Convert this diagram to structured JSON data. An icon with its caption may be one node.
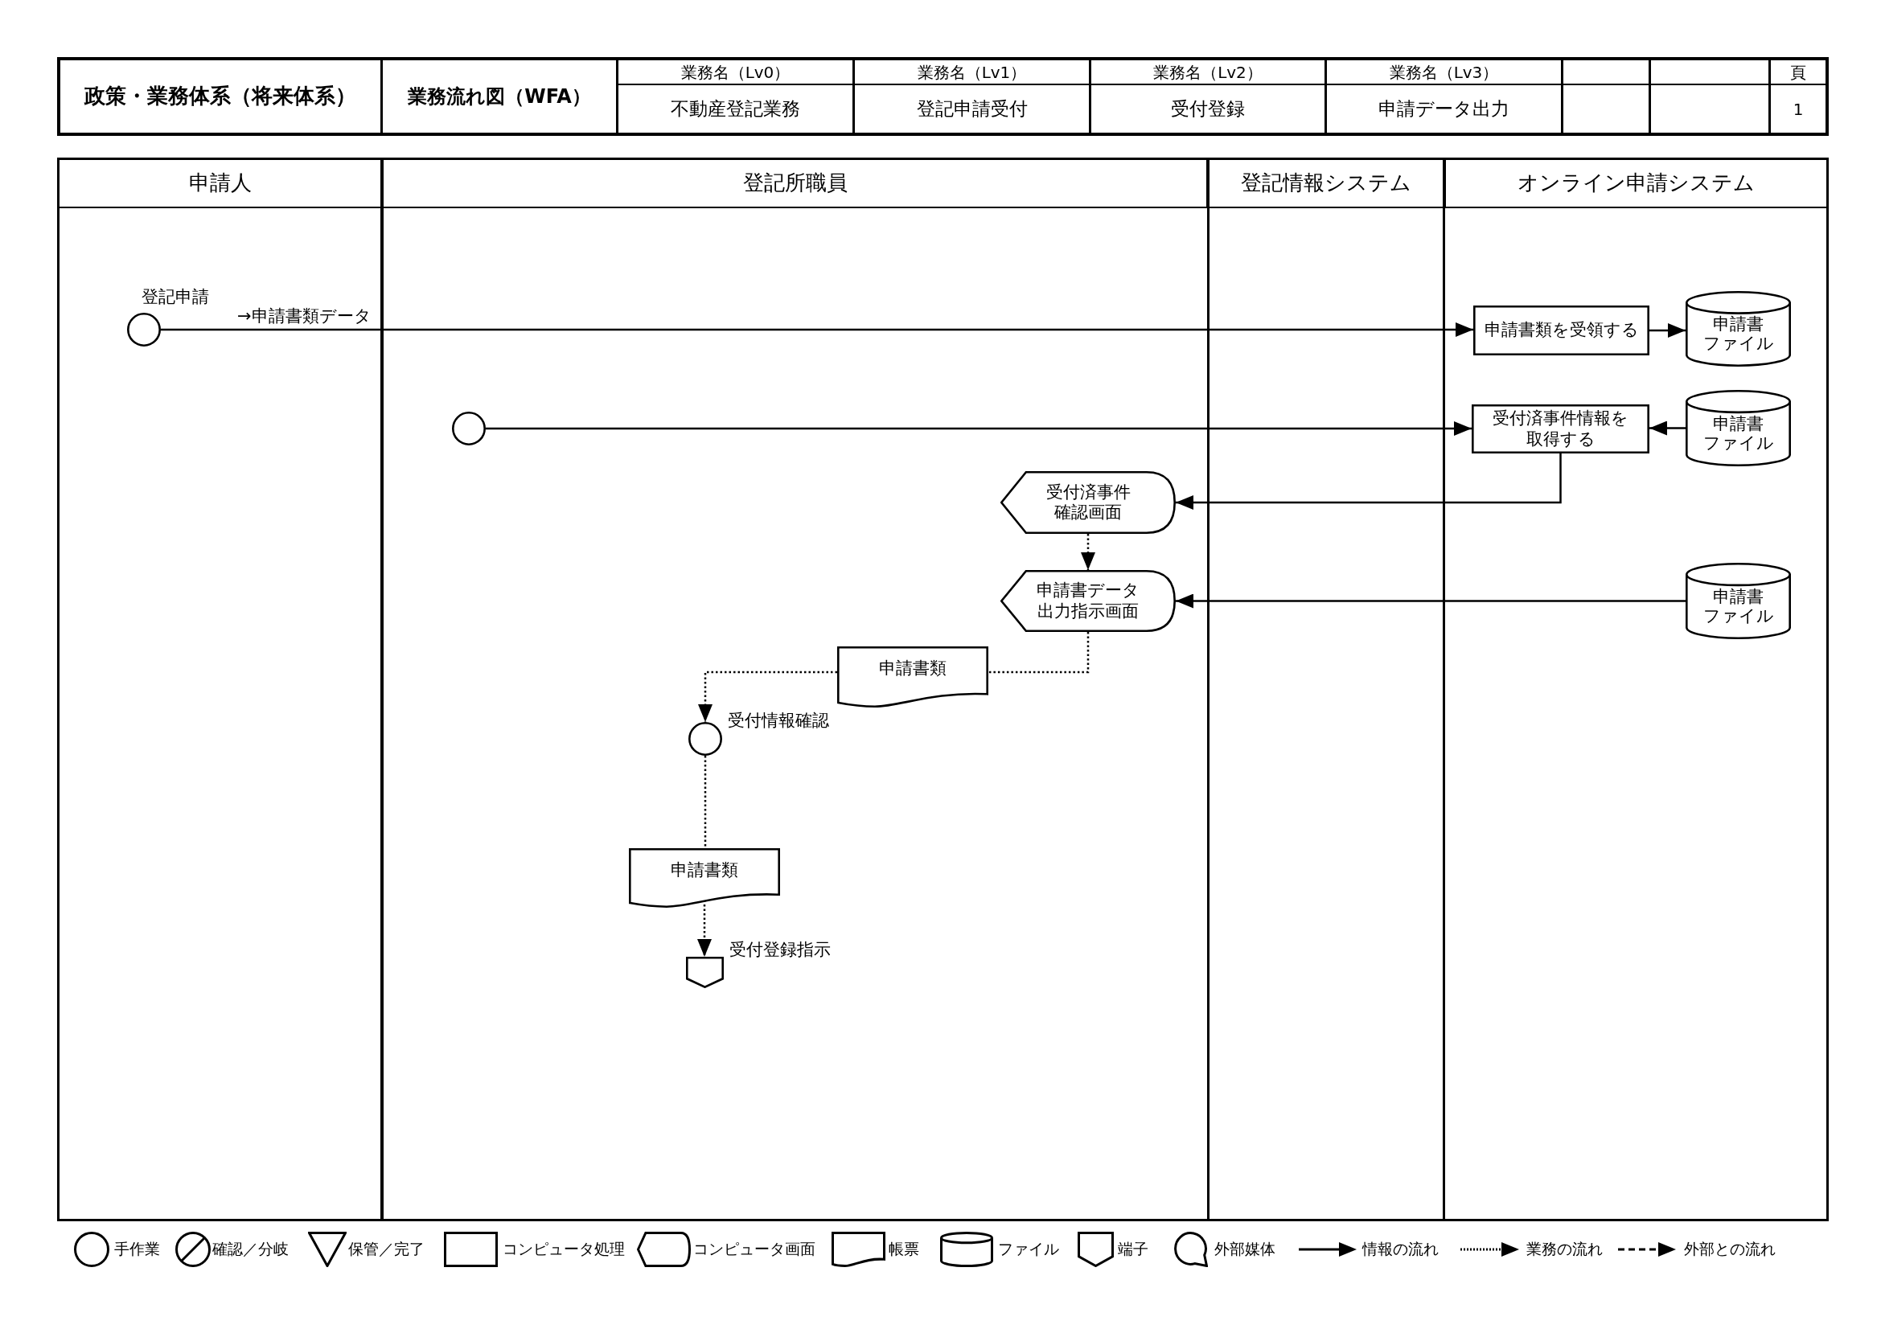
{
  "diagram": {
    "nodes": [
      {
        "text": [
          "申請人"
        ]
      },
      {
        "text": [
          "登記所職員"
        ]
      },
      {
        "text": [
          "登記情報システム"
        ]
      },
      {
        "text": [
          "オンライン申請システム"
        ]
      },
      {
        "text": [],
        "shape": "circle",
        "in": 0,
        "beside": [
          "登記申請"
        ]
      },
      {
        "text": [
          "申請書類を受領する"
        ],
        "in": 3
      },
      {
        "text": [
          "申請書ファイル"
        ],
        "in": 3
      },
      {
        "text": [],
        "shape": "circle",
        "in": 1
      },
      {
        "text": [
          "受付済事件情報を取得する"
        ],
        "in": 3
      },
      {
        "text": [
          "申請書ファイル"
        ],
        "in": 3
      },
      {
        "text": [
          "受付済事件確認画面"
        ],
        "in": 1
      },
      {
        "text": [
          "申請書データ出力指示画面"
        ],
        "in": 1
      },
      {
        "text": [
          "申請書ファイル"
        ],
        "in": 3
      },
      {
        "text": [
          "申請書類"
        ],
        "in": 1
      },
      {
        "text": [],
        "shape": "circle",
        "in": 1,
        "beside": [
          "受付情報確認"
        ]
      },
      {
        "text": [
          "申請書類"
        ],
        "in": 1
      },
      {
        "text": [],
        "shape": "pentagon",
        "in": 1,
        "beside": [
          "受付登録指示"
        ]
      }
    ],
    "edges": [
      {
        "from": 4,
        "to": 5,
        "arrow": "to",
        "label": "→申請書類データ"
      },
      {
        "from": 5,
        "to": 6,
        "arrow": "to"
      },
      {
        "from": 7,
        "to": 8,
        "arrow": "to"
      },
      {
        "from": 9,
        "to": 8,
        "arrow": "to"
      },
      {
        "from": 8,
        "to": 10,
        "arrow": "to"
      },
      {
        "from": 10,
        "to": 11,
        "arrow": "to",
        "style": "dashed"
      },
      {
        "from": 12,
        "to": 11,
        "arrow": "to"
      },
      {
        "from": 11,
        "to": 13,
        "arrow": "none",
        "style": "dashed"
      },
      {
        "from": 13,
        "to": 14,
        "arrow": "to",
        "style": "dashed"
      },
      {
        "from": 14,
        "to": 15,
        "arrow": "none",
        "style": "dashed"
      },
      {
        "from": 15,
        "to": 16,
        "arrow": "to",
        "style": "dashed"
      }
    ],
    "labels": [
      "政策・業務体系（将来体系）",
      "業務流れ図（WFA）",
      "業務名（Lv0）",
      "業務名（Lv1）",
      "業務名（Lv2）",
      "業務名（Lv3）",
      "頁",
      "不動産登記業務",
      "登記申請受付",
      "受付登録",
      "申請データ出力",
      "1"
    ],
    "legend": [
      {
        "text": "手作業"
      },
      {
        "text": "確認／分岐"
      },
      {
        "text": "保管／完了"
      },
      {
        "text": "コンピュータ処理"
      },
      {
        "text": "コンピュータ画面"
      },
      {
        "text": "帳票"
      },
      {
        "text": "ファイル"
      },
      {
        "text": "端子"
      },
      {
        "text": "外部媒体"
      },
      {
        "text": "情報の流れ"
      },
      {
        "text": "業務の流れ"
      },
      {
        "text": "外部との流れ"
      }
    ]
  }
}
